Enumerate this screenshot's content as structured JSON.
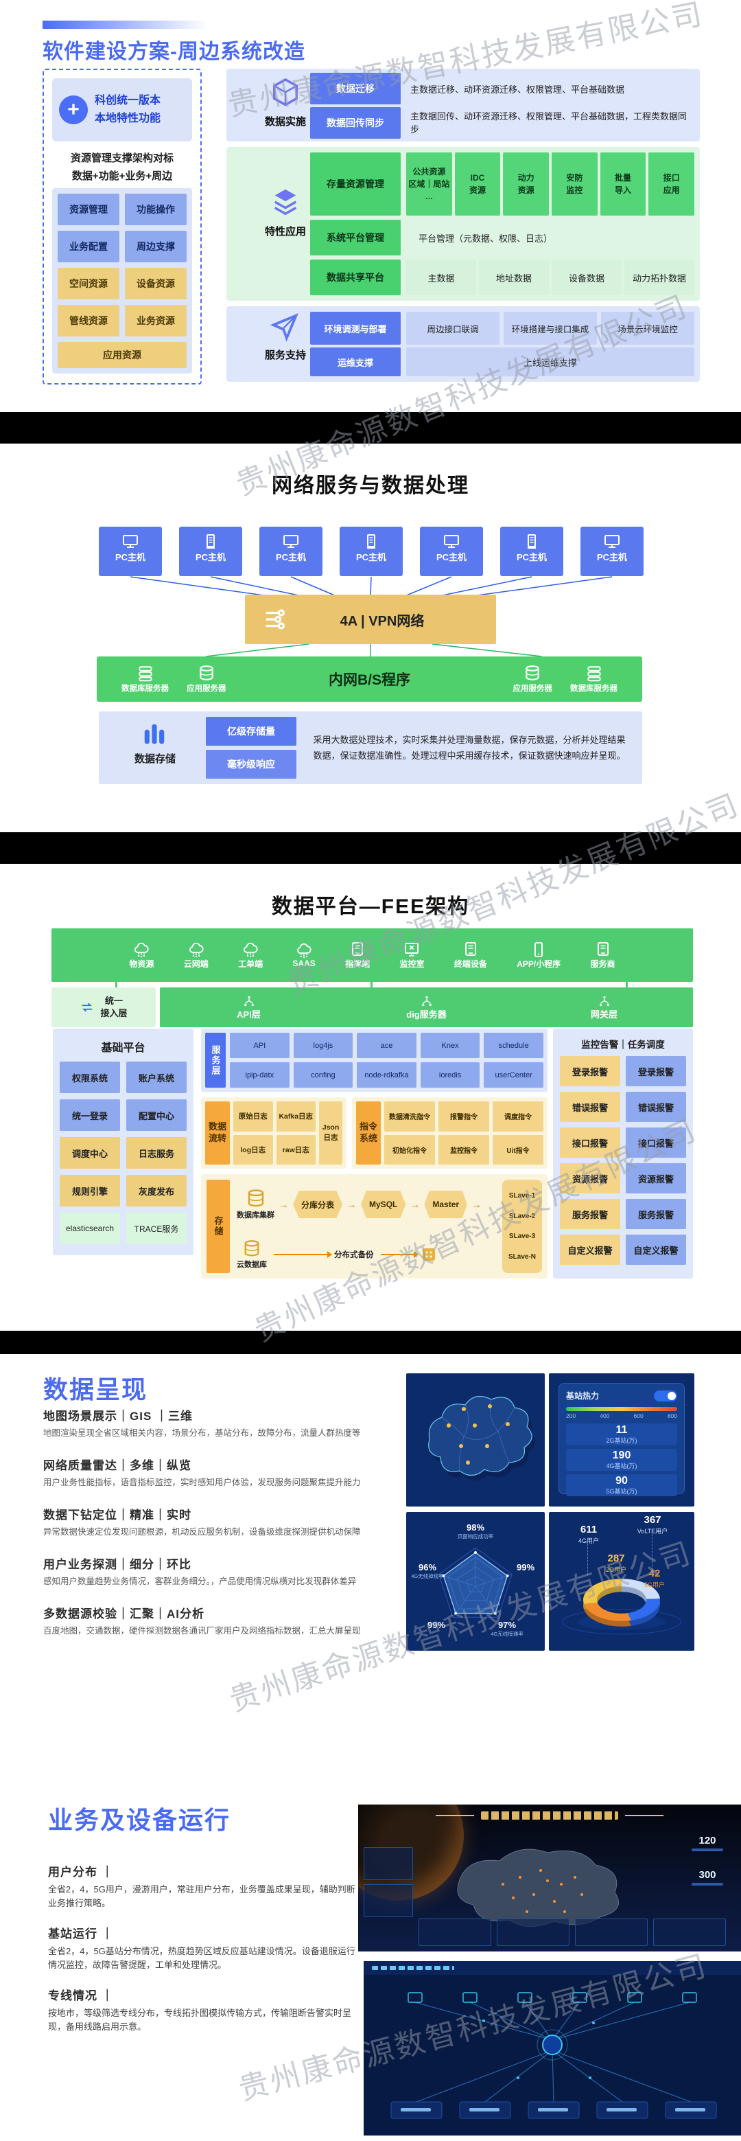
{
  "watermark": "贵州康命源数智科技发展有限公司",
  "s1": {
    "title": "软件建设方案-周边系统改造",
    "panel": {
      "badge_line1": "科创统一版本",
      "badge_line2": "本地特性功能",
      "subtitle_line1": "资源管理支撑架构对标",
      "subtitle_line2": "数据+功能+业务+周边",
      "blue_cells": [
        "资源管理",
        "功能操作",
        "业务配置",
        "周边支撑"
      ],
      "yellow_cells": [
        "空间资源",
        "设备资源",
        "管线资源",
        "业务资源"
      ],
      "wide_cell": "应用资源"
    },
    "row1": {
      "group": "数据实施",
      "btn1": "数据迁移",
      "desc1": "主数据迁移、动环资源迁移、权限管理、平台基础数据",
      "btn2": "数据回传同步",
      "desc2": "主数据回传、动环资源迁移、权限管理、平台基础数据，工程类数据同步"
    },
    "row2": {
      "group": "特性应用",
      "btn1": "存量资源管理",
      "cells1": [
        "公共资源\n区域｜局站\n…",
        "IDC\n资源",
        "动力\n资源",
        "安防\n监控",
        "批量\n导入",
        "接口\n应用"
      ],
      "btn2": "系统平台管理",
      "desc2": "平台管理（元数据、权限、日志）",
      "btn3": "数据共享平台",
      "cells3": [
        "主数据",
        "地址数据",
        "设备数据",
        "动力拓扑数据"
      ]
    },
    "row3": {
      "group": "服务支持",
      "btn1": "环境调测与部署",
      "cells1": [
        "周边接口联调",
        "环境搭建与接口集成",
        "场景云环境监控"
      ],
      "btn2": "运维支撑",
      "desc2": "上线运维支撑"
    }
  },
  "s2": {
    "title": "网络服务与数据处理",
    "pc_nodes": [
      {
        "label": "PC主机",
        "icon": "monitor-icon"
      },
      {
        "label": "PC主机",
        "icon": "tower-icon"
      },
      {
        "label": "PC主机",
        "icon": "monitor-icon"
      },
      {
        "label": "PC主机",
        "icon": "tower-icon"
      },
      {
        "label": "PC主机",
        "icon": "monitor-icon"
      },
      {
        "label": "PC主机",
        "icon": "tower-icon"
      },
      {
        "label": "PC主机",
        "icon": "monitor-icon"
      }
    ],
    "vpn_label": "4A | VPN网络",
    "bs": {
      "title": "内网B/S程序",
      "servers": [
        {
          "label": "数据库服务器",
          "icon": "db-stack-icon"
        },
        {
          "label": "应用服务器",
          "icon": "cylinder-icon"
        },
        {
          "label": "应用服务器",
          "icon": "cylinder-icon"
        },
        {
          "label": "数据库服务器",
          "icon": "db-stack-icon"
        }
      ]
    },
    "storage": {
      "label": "数据存储",
      "btn1": "亿级存储量",
      "btn2": "毫秒级响应",
      "desc": "采用大数据处理技术，实时采集并处理海量数据，保存元数据，分析并处理结果数据，保证数据准确性。处理过程中采用缓存技术，保证数据快速响应并呈现。"
    }
  },
  "s3": {
    "title": "数据平台—FEE架构",
    "endpoints": [
      {
        "label": "物资源",
        "icon": "cloud-icon"
      },
      {
        "label": "云网端",
        "icon": "cloud-icon"
      },
      {
        "label": "工单端",
        "icon": "cloud-icon"
      },
      {
        "label": "SAAS",
        "icon": "cloud-icon"
      },
      {
        "label": "指挥端",
        "icon": "tablet-icon"
      },
      {
        "label": "监控室",
        "icon": "monitor-x-icon"
      },
      {
        "label": "终端设备",
        "icon": "tablet-icon"
      },
      {
        "label": "APP/小程序",
        "icon": "phone-icon"
      },
      {
        "label": "服务商",
        "icon": "tablet-icon"
      }
    ],
    "access_label": "统一\n接入层",
    "access_cols": [
      "API层",
      "dig服务器",
      "网关层"
    ],
    "base": {
      "title": "基础平台",
      "cells": [
        {
          "t": "权限系统",
          "c": "b"
        },
        {
          "t": "账户系统",
          "c": "b"
        },
        {
          "t": "统一登录",
          "c": "b"
        },
        {
          "t": "配置中心",
          "c": "b"
        },
        {
          "t": "调度中心",
          "c": "y"
        },
        {
          "t": "日志服务",
          "c": "y"
        },
        {
          "t": "规则引擎",
          "c": "y"
        },
        {
          "t": "灰度发布",
          "c": "y"
        },
        {
          "t": "elasticsearch",
          "c": "g"
        },
        {
          "t": "TRACE服务",
          "c": "g"
        }
      ]
    },
    "service": {
      "label": "服务层",
      "cells": [
        "API",
        "log4js",
        "ace",
        "Knex",
        "schedule",
        "ipip-datx",
        "confing",
        "node-rdkafka",
        "ioredis",
        "userCenter"
      ]
    },
    "flow": {
      "label": "数据流转",
      "cells": [
        "原始日志",
        "Kafka日志",
        "log日志",
        "raw日志"
      ],
      "tall": "Json\n日志"
    },
    "cmd": {
      "label": "指令系统",
      "cells": [
        "数据清洗指令",
        "报警指令",
        "调度指令",
        "初始化指令",
        "监控指令",
        "Uit指令"
      ]
    },
    "store": {
      "label": "存储",
      "db1": "数据库集群",
      "hex1": "分库分表",
      "hex2": "MySQL",
      "hex3": "Master",
      "slaves": [
        "SLave-1",
        "SLave-2",
        "SLave-3",
        "SLave-N"
      ],
      "db2": "云数据库",
      "backup": "分布式备份"
    },
    "monitor": {
      "title": "监控告警｜任务调度",
      "rows": [
        {
          "a": "登录报警",
          "b": "登录报警"
        },
        {
          "a": "错误报警",
          "b": "错误报警"
        },
        {
          "a": "接口报警",
          "b": "接口报警"
        },
        {
          "a": "资源报警",
          "b": "资源报警"
        },
        {
          "a": "服务报警",
          "b": "服务报警"
        },
        {
          "a": "自定义报警",
          "b": "自定义报警"
        }
      ]
    }
  },
  "s4": {
    "title": "数据呈现",
    "features": [
      {
        "h": "地图场景展示｜GIS ｜三维",
        "p": "地图渲染呈现全省区域相关内容，场景分布，基站分布，故障分布，流量人群热度等"
      },
      {
        "h": "网络质量雷达｜多维｜纵览",
        "p": "用户业务性能指标，语音指标监控，实时感知用户体验，发现服务问题聚焦提升能力"
      },
      {
        "h": "数据下钻定位｜精准｜实时",
        "p": "异常数据快速定位发现问题根源，机动反应服务机制，设备级维度探测提供机动保障"
      },
      {
        "h": "用户业务探测｜细分｜环比",
        "p": "感知用户数量趋势业务情况，客群业务细分。，产品使用情况纵横对比发现群体差异"
      },
      {
        "h": "多数据源校验｜汇聚｜AI分析",
        "p": "百度地图，交通数据，硬件探测数据各通讯厂家用户及网络指标数据，汇总大屏呈现"
      }
    ],
    "heat": {
      "title": "基站热力",
      "scale": [
        "200",
        "400",
        "600",
        "800"
      ],
      "stats": [
        {
          "v": "11",
          "l": "2G基站(万)"
        },
        {
          "v": "190",
          "l": "4G基站(万)"
        },
        {
          "v": "90",
          "l": "5G基站(万)"
        }
      ]
    },
    "radar": {
      "top": {
        "v": "98%",
        "l": "页面响应成功率"
      },
      "right": {
        "v": "99%",
        "l": ""
      },
      "br": {
        "v": "97%",
        "l": "4G无线接通率"
      },
      "bl": {
        "v": "99%",
        "l": ""
      },
      "left": {
        "v": "96%",
        "l": "4G无线掉线率"
      }
    },
    "donut": [
      {
        "v": "611",
        "l": "4G用户"
      },
      {
        "v": "367",
        "l": "VoLTE用户"
      },
      {
        "v": "287",
        "l": "2G用户"
      },
      {
        "v": "42",
        "l": "5G用户"
      }
    ]
  },
  "s5": {
    "title": "业务及设备运行",
    "features": [
      {
        "h": "用户分布 ｜",
        "p": "全省2，4，5G用户，漫游用户，常驻用户分布，业务覆盖成果呈现，辅助判断业务推行策略。"
      },
      {
        "h": "基站运行 ｜",
        "p": "全省2，4，5G基站分布情况，热度趋势区域反应基站建设情况。设备退服运行情况监控，故障告警提醒，工单和处理情况。"
      },
      {
        "h": "专线情况 ｜",
        "p": "按地市，等级筛选专线分布，专线拓扑图模拟传输方式，传输阻断告警实时呈现，备用线路启用示意。"
      }
    ],
    "shot1_stats": [
      "120",
      "300"
    ]
  }
}
